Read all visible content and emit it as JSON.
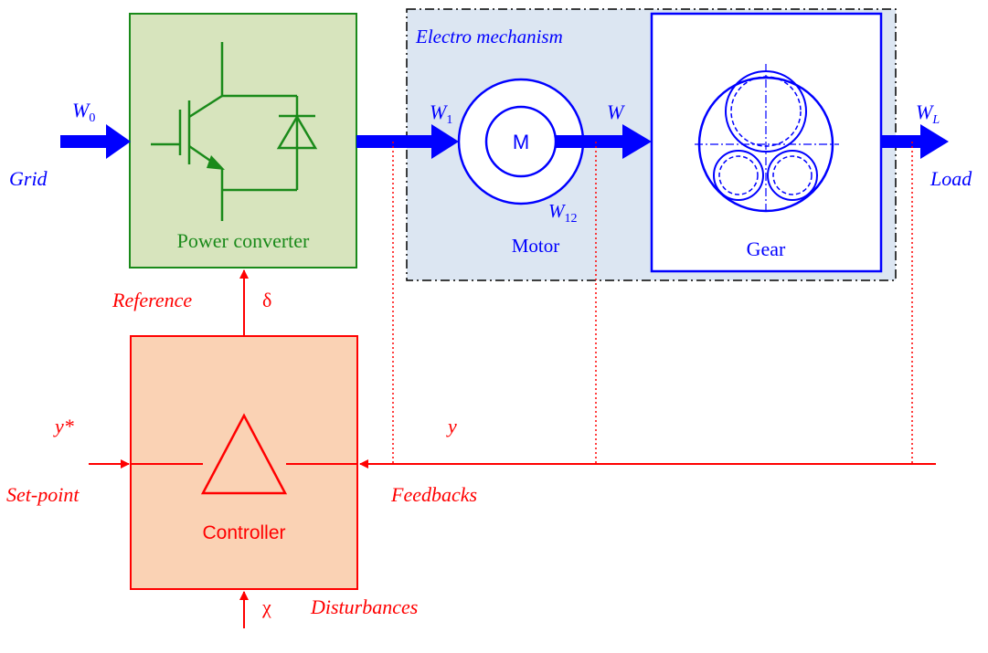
{
  "colors": {
    "power": "#1a8a1a",
    "power_fill": "#d7e4bd",
    "mechanism_fill": "#dce6f2",
    "energy": "#0000ff",
    "control": "#ff0000",
    "control_fill": "#fad2b4",
    "border": "#000000"
  },
  "power_converter": {
    "label": "Power converter"
  },
  "electro_mechanism": {
    "label": "Electro mechanism"
  },
  "motor": {
    "symbol": "M",
    "label": "Motor",
    "power_label": {
      "main": "W",
      "sub": "12"
    }
  },
  "gear": {
    "label": "Gear"
  },
  "controller": {
    "label": "Controller"
  },
  "energy_flow": {
    "grid": "Grid",
    "load": "Load",
    "w0": {
      "main": "W",
      "sub": "0"
    },
    "w1": {
      "main": "W",
      "sub": "1"
    },
    "w": {
      "main": "W"
    },
    "wl": {
      "main": "W",
      "sub": "L"
    }
  },
  "signals": {
    "reference": "Reference",
    "delta": "δ",
    "setpoint_symbol": "y*",
    "setpoint": "Set-point",
    "feedback_symbol": "y",
    "feedbacks": "Feedbacks",
    "disturbance_symbol": "χ",
    "disturbances": "Disturbances"
  },
  "icons": [
    "igbt-icon",
    "diode-icon",
    "gear-icon",
    "amplifier-icon"
  ]
}
